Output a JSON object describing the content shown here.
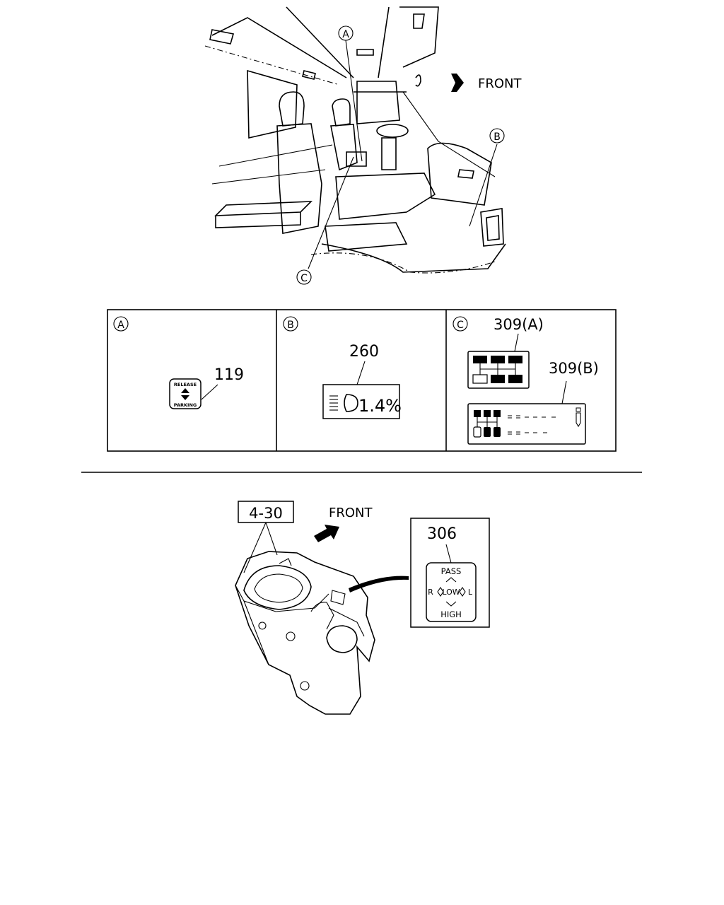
{
  "cab_view": {
    "front_label": "FRONT",
    "callouts": [
      "A",
      "B",
      "C"
    ]
  },
  "detail_panels": [
    {
      "letter": "A",
      "part_number": "119",
      "label_lines": [
        "RELEASE",
        "PARKING"
      ]
    },
    {
      "letter": "B",
      "part_number": "260",
      "display_text": "1.4%"
    },
    {
      "letter": "C",
      "part_numbers": [
        "309(A)",
        "309(B)"
      ]
    }
  ],
  "lower_view": {
    "section_ref": "4-30",
    "front_label": "FRONT",
    "part_number": "306",
    "switch_labels": {
      "top": "PASS",
      "left": "R",
      "center": "LOW",
      "right": "L",
      "bottom": "HIGH"
    }
  }
}
